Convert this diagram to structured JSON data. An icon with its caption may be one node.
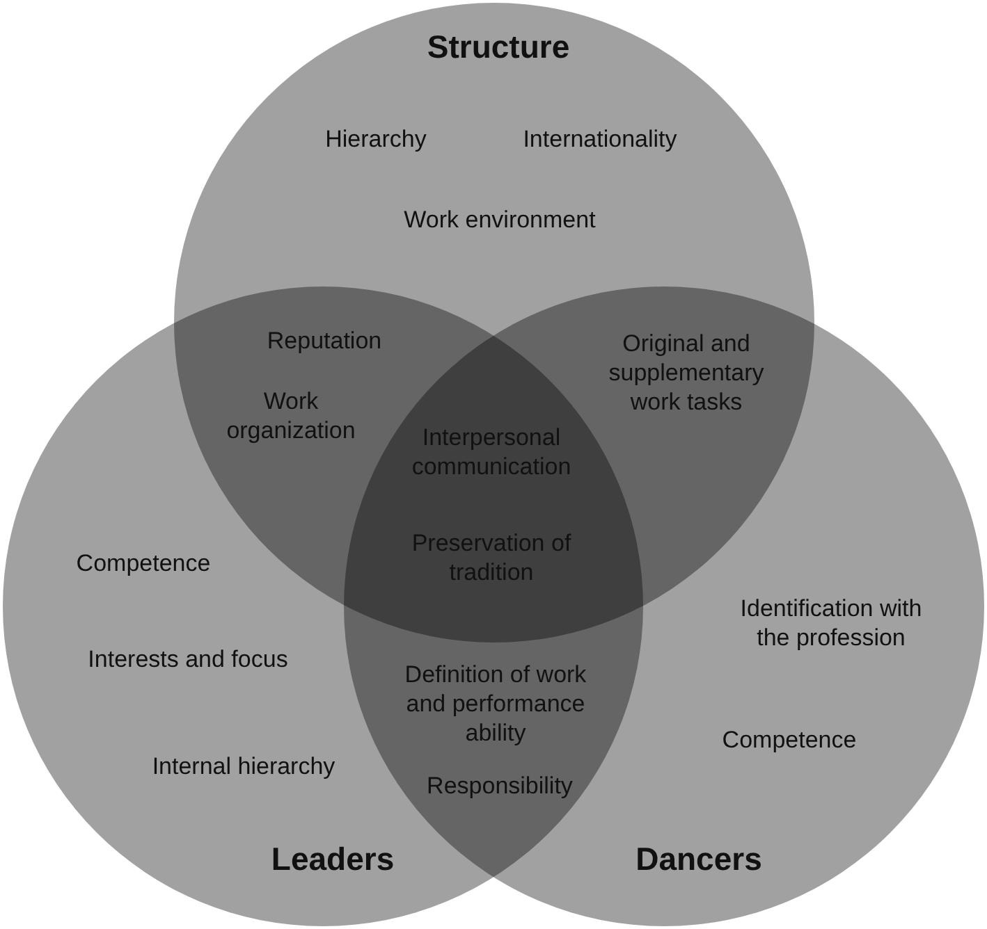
{
  "diagram": {
    "nodes": [
      {
        "text": [
          "Structure",
          "Hierarchy",
          "Internationality",
          "Work environment"
        ]
      },
      {
        "text": [
          "Competence",
          "Interests and focus",
          "Internal hierarchy",
          "Leaders"
        ]
      },
      {
        "text": [
          "Identification with the profession",
          "Competence",
          "Dancers"
        ]
      }
    ],
    "labels": [
      "Reputation",
      "Original and supplementary work tasks",
      "Work organization",
      "Interpersonal communication",
      "Preservation of tradition",
      "Definition of work and performance ability",
      "Responsibility"
    ]
  }
}
